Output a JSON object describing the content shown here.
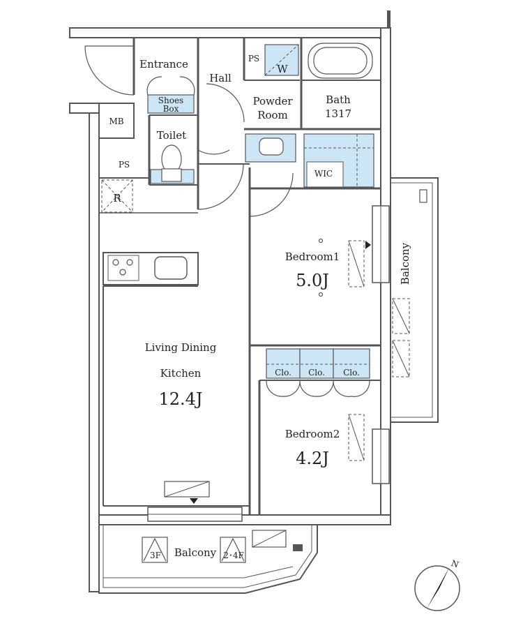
{
  "rooms": {
    "entrance": "Entrance",
    "shoes_box_line1": "Shoes",
    "shoes_box_line2": "Box",
    "hall": "Hall",
    "ps_top": "PS",
    "washer": "W",
    "powder_room_line1": "Powder",
    "powder_room_line2": "Room",
    "bath_line1": "Bath",
    "bath_line2": "1317",
    "mb": "MB",
    "toilet": "Toilet",
    "ps_left": "PS",
    "wic": "WIC",
    "refrigerator": "R",
    "bedroom1": "Bedroom1",
    "bedroom1_size": "5.0J",
    "ldk_line1": "Living Dining",
    "ldk_line2": "Kitchen",
    "ldk_size": "12.4J",
    "closet1": "Clo.",
    "closet2": "Clo.",
    "closet3": "Clo.",
    "bedroom2": "Bedroom2",
    "bedroom2_size": "4.2J",
    "balcony_side": "Balcony",
    "balcony_bottom": "Balcony",
    "floor_3f": "3F",
    "floor_2_4f": "2･4F"
  },
  "compass": {
    "north": "N"
  },
  "colors": {
    "wall": "#555555",
    "fixture_blue": "#cde6f5",
    "background": "#ffffff"
  }
}
